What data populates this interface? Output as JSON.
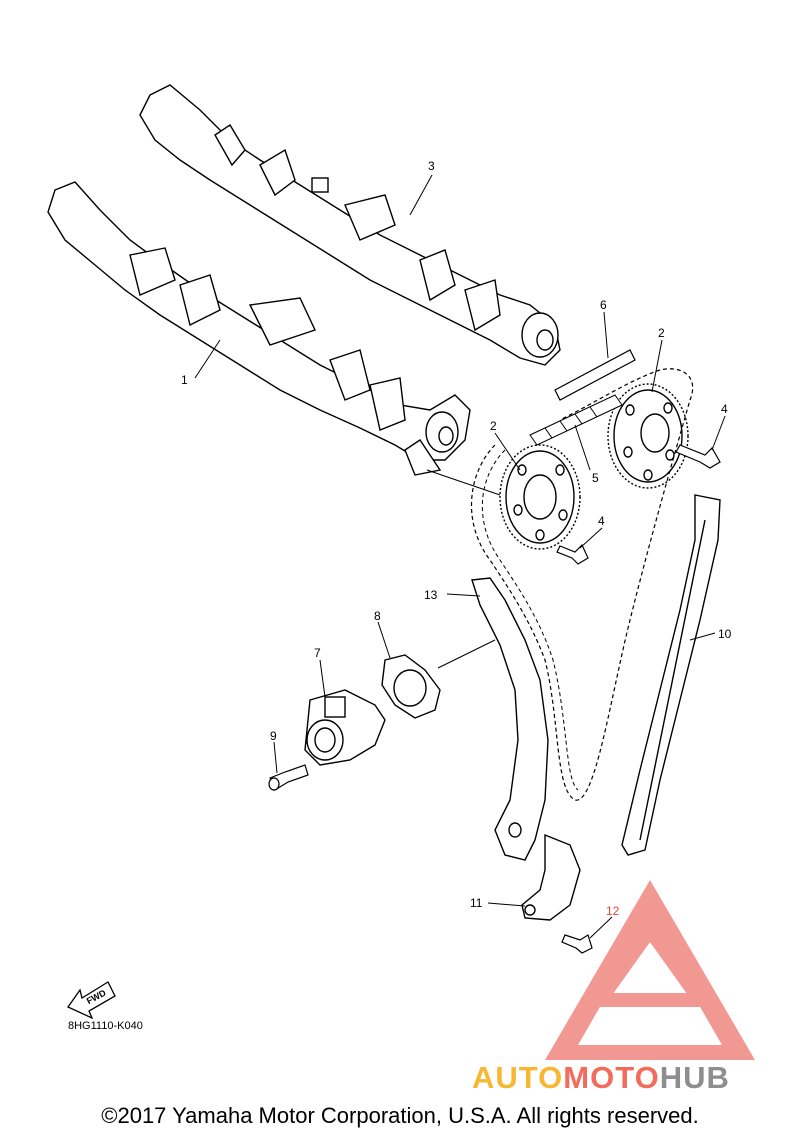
{
  "callouts": {
    "n1": "1",
    "n2a": "2",
    "n2b": "2",
    "n3": "3",
    "n4a": "4",
    "n4b": "4",
    "n5": "5",
    "n6": "6",
    "n7": "7",
    "n8": "8",
    "n9": "9",
    "n10": "10",
    "n11": "11",
    "n12": "12",
    "n13": "13"
  },
  "fwd_label": "FWD",
  "diagram_code": "8HG1110-K040",
  "copyright": "©2017 Yamaha Motor Corporation, U.S.A. All rights reserved.",
  "watermark": {
    "part1": "AUTO",
    "part2": "MOTO",
    "part3": "HUB"
  },
  "colors": {
    "ink": "#000000",
    "watermark_red": "#e8453c",
    "watermark_yellow": "#f7b733",
    "watermark_gray": "#8e8e8e"
  }
}
